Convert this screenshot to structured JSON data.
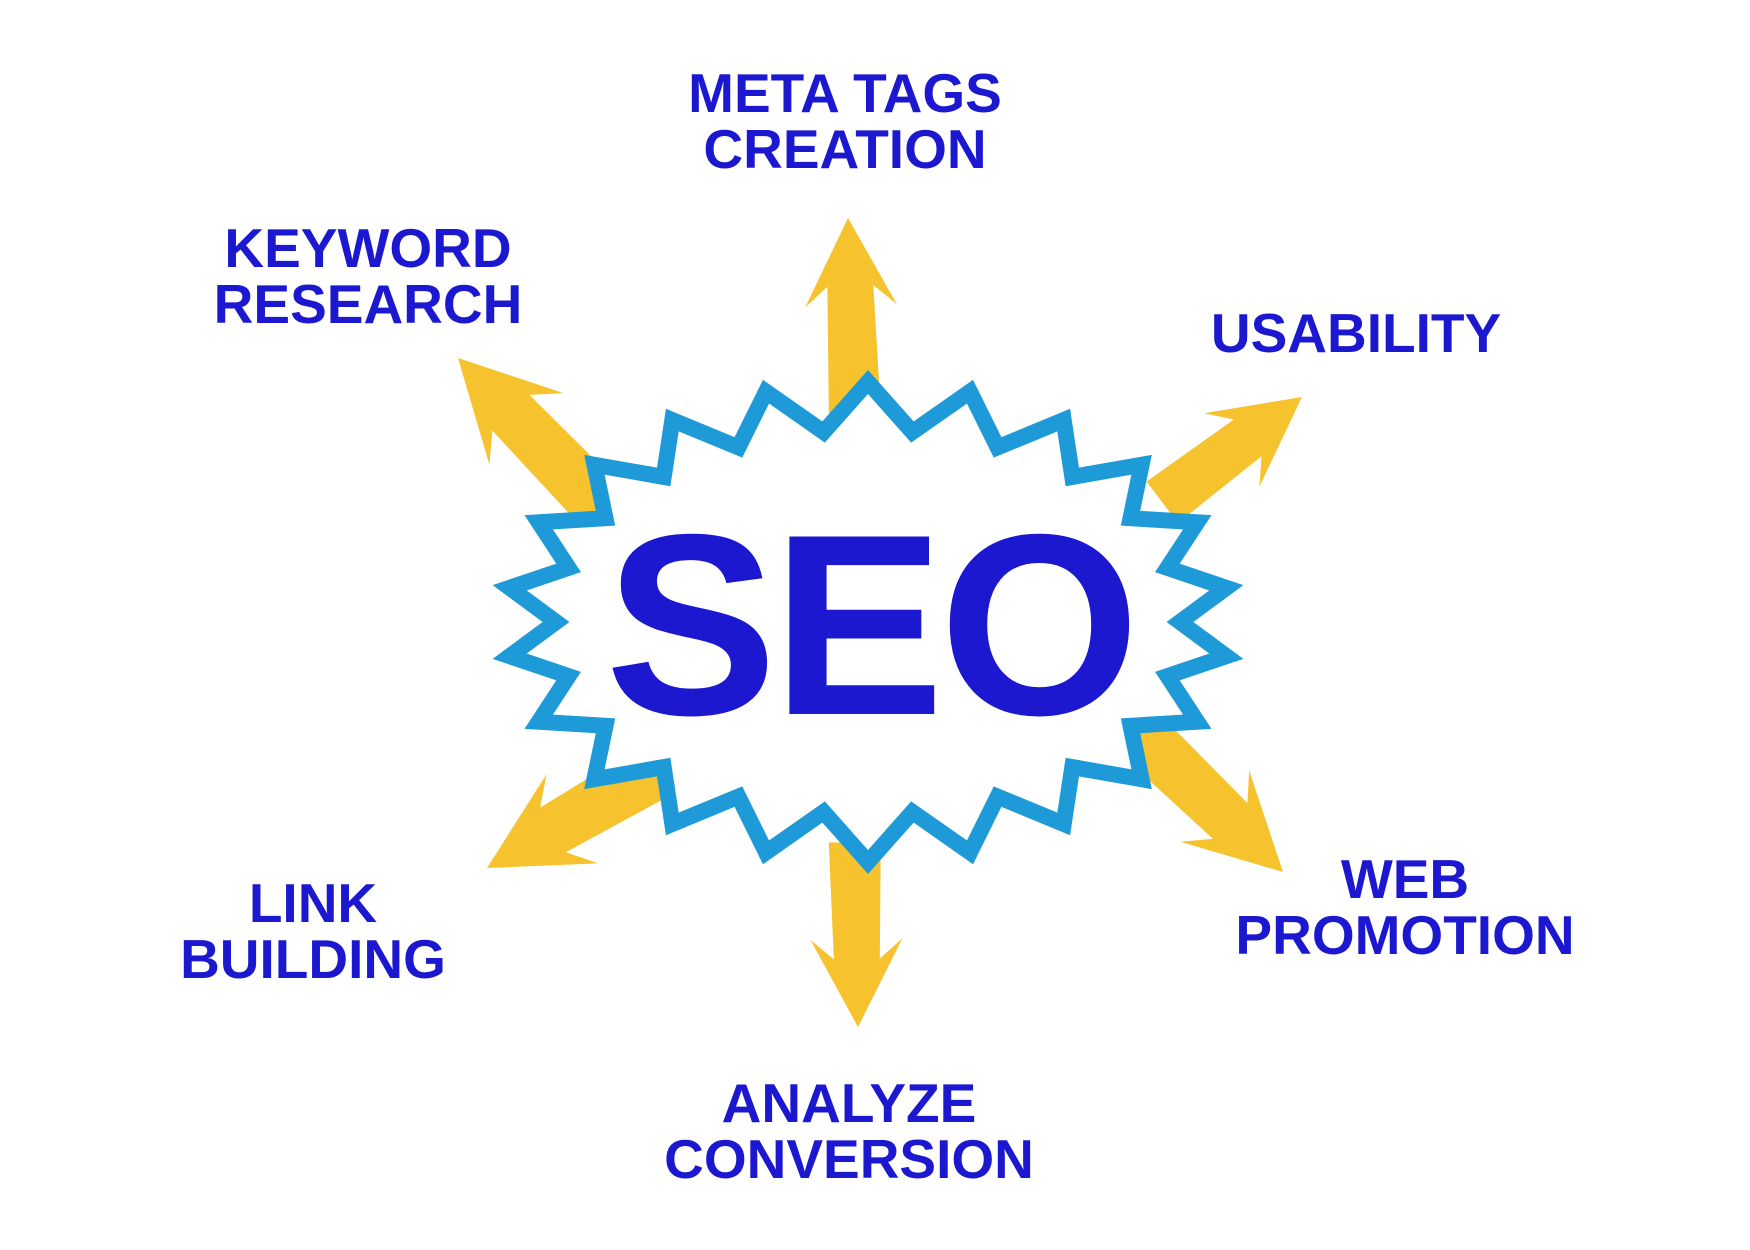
{
  "diagram": {
    "center_label": "SEO",
    "nodes": [
      {
        "id": "meta-tags-creation",
        "label": "META TAGS\nCREATION"
      },
      {
        "id": "keyword-research",
        "label": "KEYWORD\nRESEARCH"
      },
      {
        "id": "usability",
        "label": "USABILITY"
      },
      {
        "id": "link-building",
        "label": "LINK\nBUILDING"
      },
      {
        "id": "web-promotion",
        "label": "WEB\nPROMOTION"
      },
      {
        "id": "analyze-conversion",
        "label": "ANALYZE\nCONVERSION"
      }
    ],
    "colors": {
      "label_blue": "#1c18d0",
      "burst_blue": "#1f9ad8",
      "arrow_yellow": "#f6c22e",
      "background": "#ffffff"
    }
  }
}
